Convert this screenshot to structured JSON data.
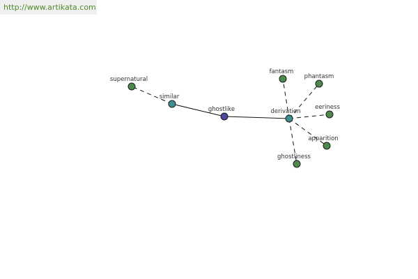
{
  "banner": {
    "url_text": "http://www.artikata.com"
  },
  "colors": {
    "center_node": "#4a4a9a",
    "hub_node": "#3f8f8f",
    "leaf_node": "#4e8a4e",
    "banner_text": "#4f8a2a"
  },
  "graph": {
    "center": "ghostlike",
    "nodes": [
      {
        "id": "ghostlike",
        "label": "ghostlike",
        "kind": "center"
      },
      {
        "id": "similar",
        "label": "similar",
        "kind": "hub"
      },
      {
        "id": "derivation",
        "label": "derivation",
        "kind": "hub"
      },
      {
        "id": "supernatural",
        "label": "supernatural",
        "kind": "leaf"
      },
      {
        "id": "fantasm",
        "label": "fantasm",
        "kind": "leaf"
      },
      {
        "id": "phantasm",
        "label": "phantasm",
        "kind": "leaf"
      },
      {
        "id": "eeriness",
        "label": "eeriness",
        "kind": "leaf"
      },
      {
        "id": "apparition",
        "label": "apparition",
        "kind": "leaf"
      },
      {
        "id": "ghostliness",
        "label": "ghostliness",
        "kind": "leaf"
      }
    ],
    "edges": [
      {
        "from": "ghostlike",
        "to": "similar",
        "style": "solid"
      },
      {
        "from": "ghostlike",
        "to": "derivation",
        "style": "solid"
      },
      {
        "from": "similar",
        "to": "supernatural",
        "style": "dashed"
      },
      {
        "from": "derivation",
        "to": "fantasm",
        "style": "dashed"
      },
      {
        "from": "derivation",
        "to": "phantasm",
        "style": "dashed"
      },
      {
        "from": "derivation",
        "to": "eeriness",
        "style": "dashed"
      },
      {
        "from": "derivation",
        "to": "apparition",
        "style": "dashed"
      },
      {
        "from": "derivation",
        "to": "ghostliness",
        "style": "dashed"
      }
    ]
  }
}
